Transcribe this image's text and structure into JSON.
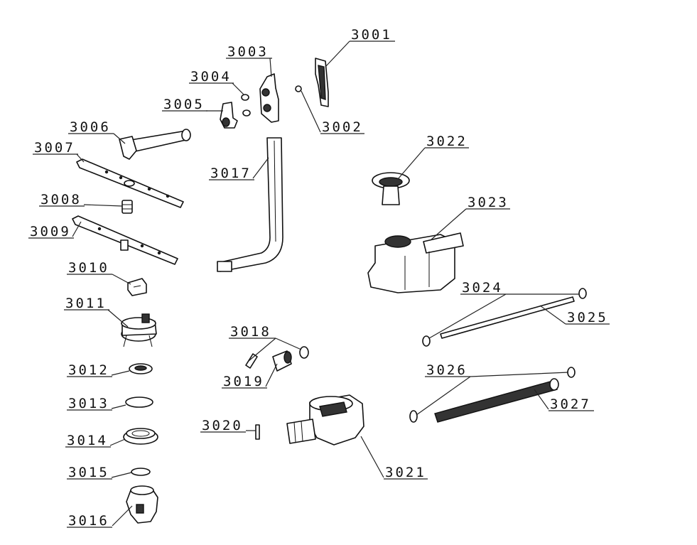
{
  "parts": [
    {
      "number": "3001"
    },
    {
      "number": "3002"
    },
    {
      "number": "3003"
    },
    {
      "number": "3004"
    },
    {
      "number": "3005"
    },
    {
      "number": "3006"
    },
    {
      "number": "3007"
    },
    {
      "number": "3008"
    },
    {
      "number": "3009"
    },
    {
      "number": "3010"
    },
    {
      "number": "3011"
    },
    {
      "number": "3012"
    },
    {
      "number": "3013"
    },
    {
      "number": "3014"
    },
    {
      "number": "3015"
    },
    {
      "number": "3016"
    },
    {
      "number": "3017"
    },
    {
      "number": "3018"
    },
    {
      "number": "3019"
    },
    {
      "number": "3020"
    },
    {
      "number": "3021"
    },
    {
      "number": "3022"
    },
    {
      "number": "3023"
    },
    {
      "number": "3024"
    },
    {
      "number": "3025"
    },
    {
      "number": "3026"
    },
    {
      "number": "3027"
    }
  ]
}
